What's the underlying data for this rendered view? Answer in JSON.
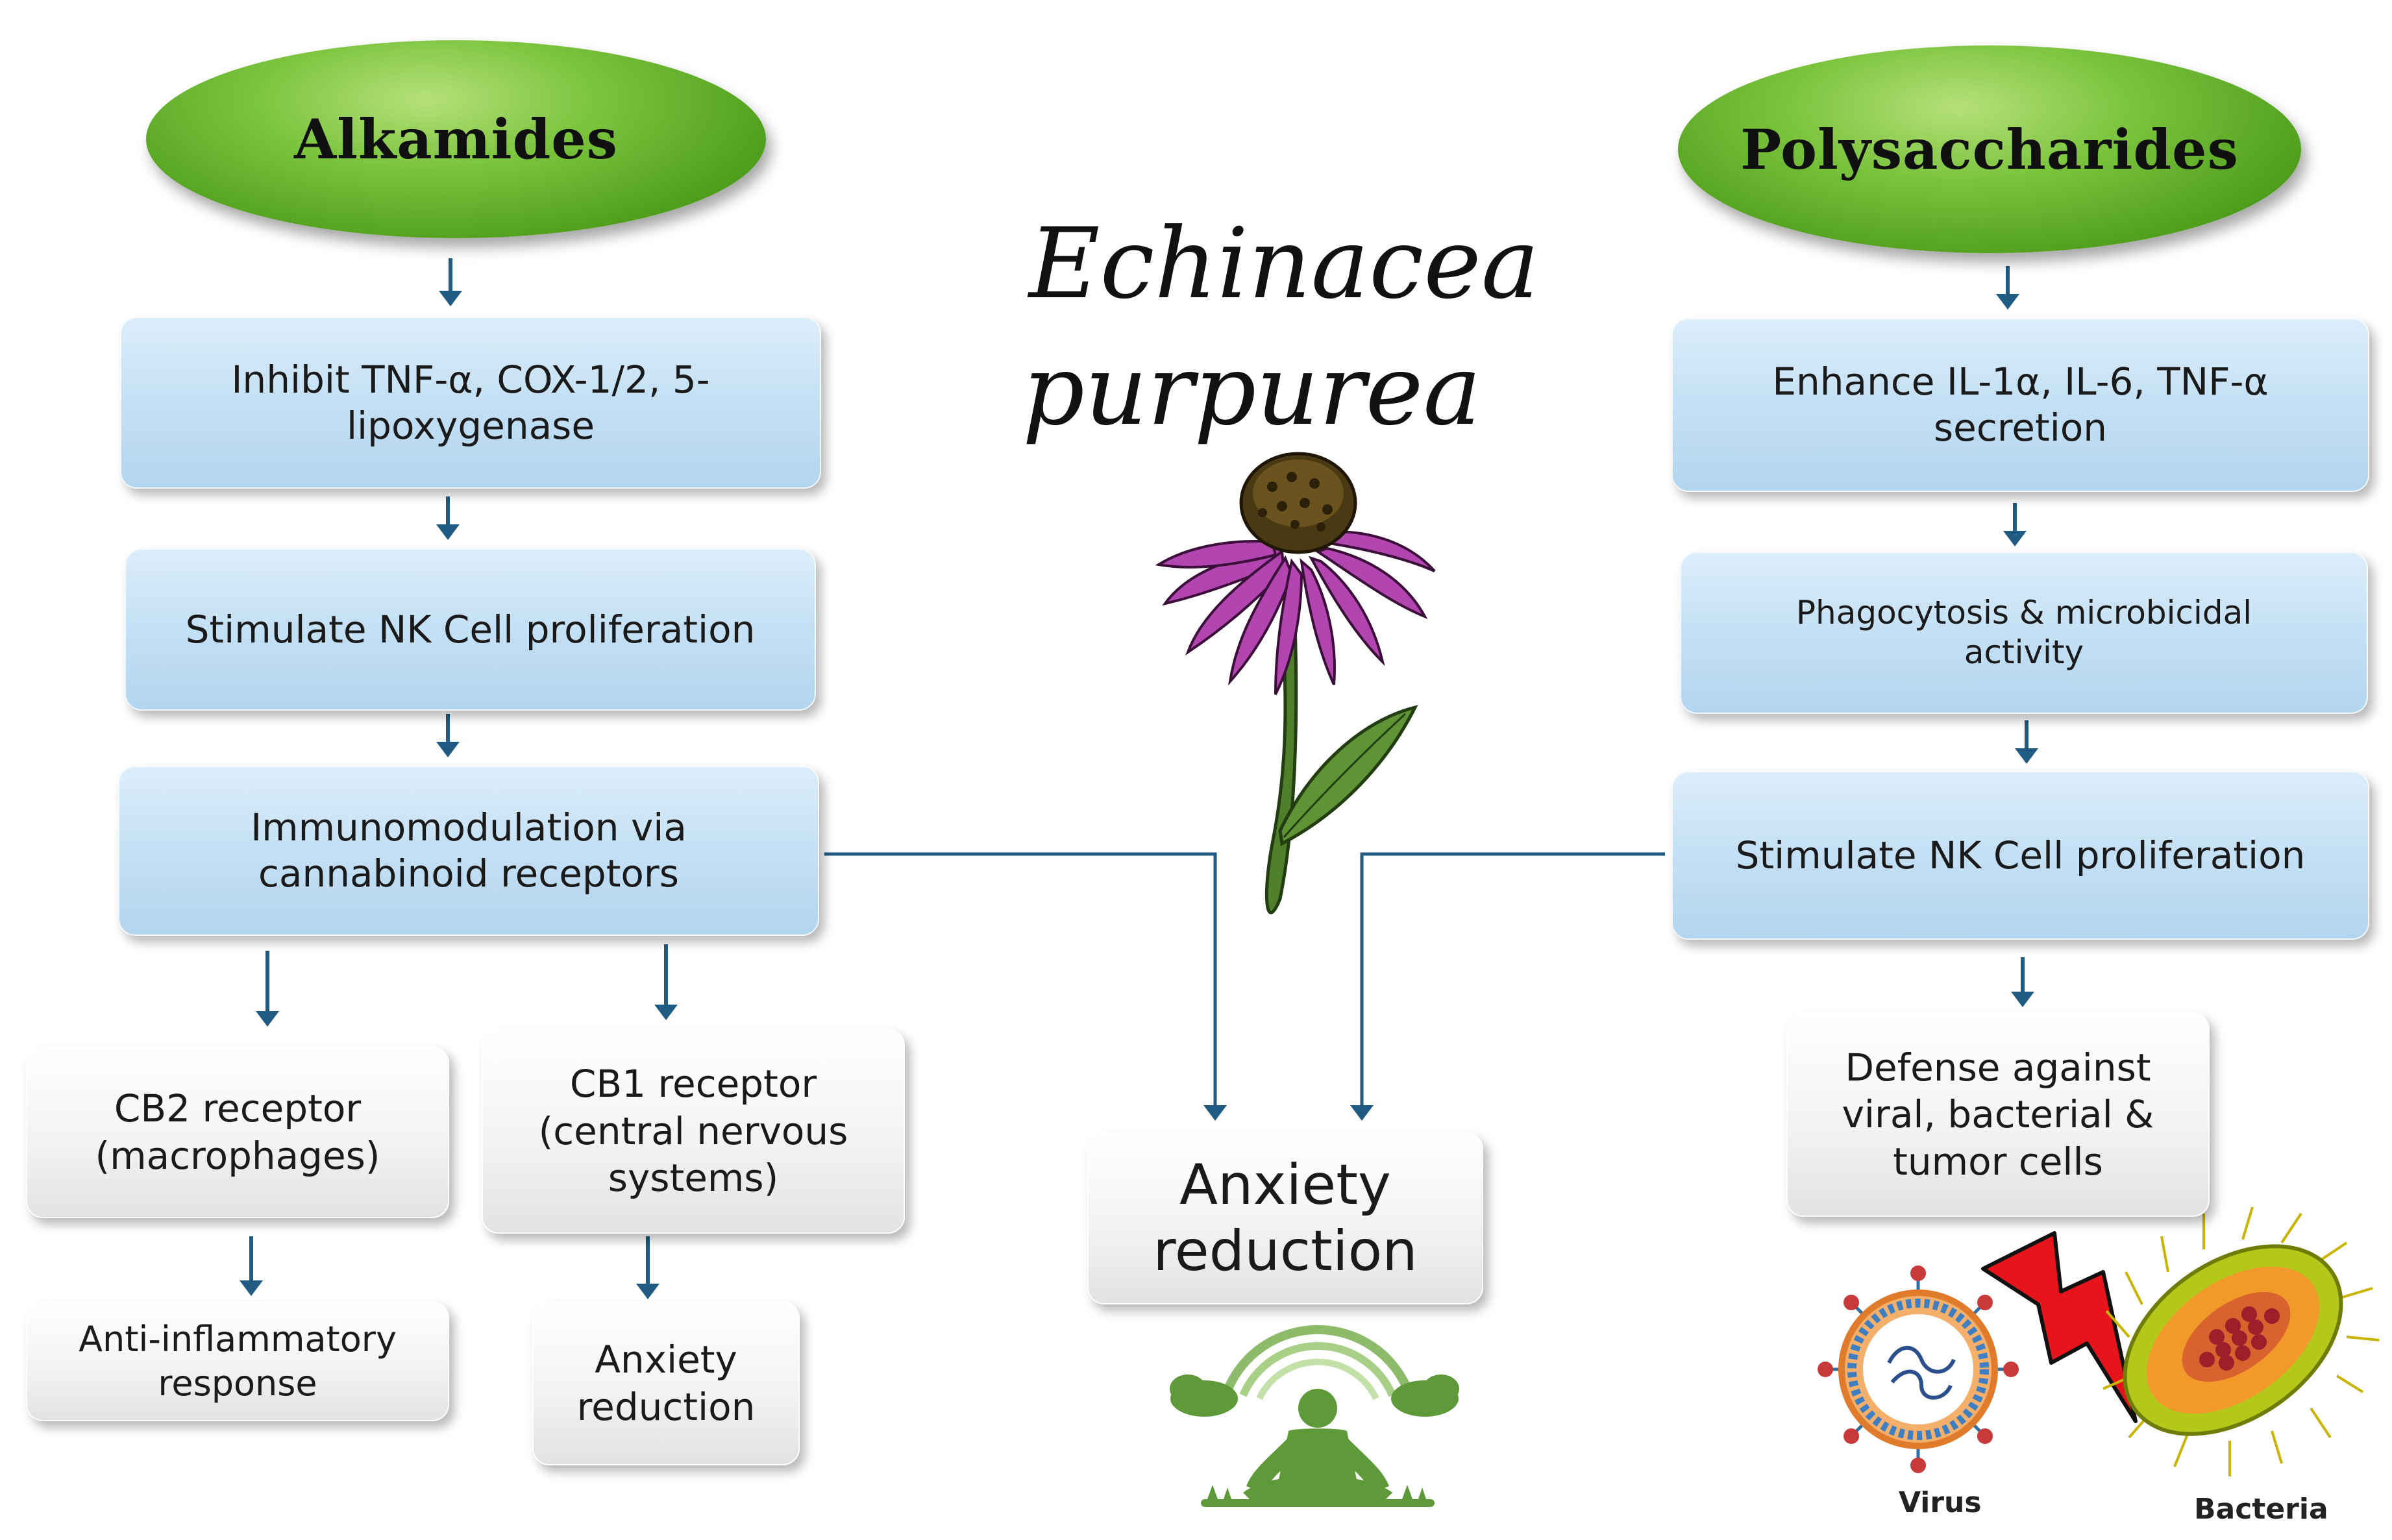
{
  "left_chain": {
    "header": "Alkamides",
    "step1": "Inhibit TNF-α, COX-1/2, 5-lipoxygenase",
    "step2": "Stimulate NK Cell proliferation",
    "step3": "Immunomodulation via cannabinoid receptors",
    "cb2": "CB2 receptor (macrophages)",
    "cb1": "CB1 receptor (central nervous systems)",
    "outcome_cb2": "Anti-inflammatory response",
    "outcome_cb1": "Anxiety reduction"
  },
  "center": {
    "title_line1": "Echinacea",
    "title_line2": "purpurea",
    "outcome": "Anxiety reduction"
  },
  "right_chain": {
    "header": "Polysaccharides",
    "step1": "Enhance IL-1α, IL-6, TNF-α secretion",
    "step2": "Phagocytosis & microbicidal activity",
    "step3": "Stimulate NK Cell proliferation",
    "outcome": "Defense against viral, bacterial & tumor cells",
    "virus_label": "Virus",
    "bacteria_label": "Bacteria"
  },
  "colors": {
    "arrow": "#1f5b82",
    "ellipse_green": "#6bb52e",
    "box_blue": "#c6e1f5",
    "box_grey": "#eeeeee",
    "petal": "#b245b0",
    "stem": "#4f7f2b",
    "lightning": "#e8141b"
  },
  "icons": {
    "flower": "echinacea-flower-icon",
    "meditation": "meditation-icon",
    "virus": "virus-icon",
    "bacteria": "bacteria-icon",
    "lightning": "lightning-icon"
  }
}
